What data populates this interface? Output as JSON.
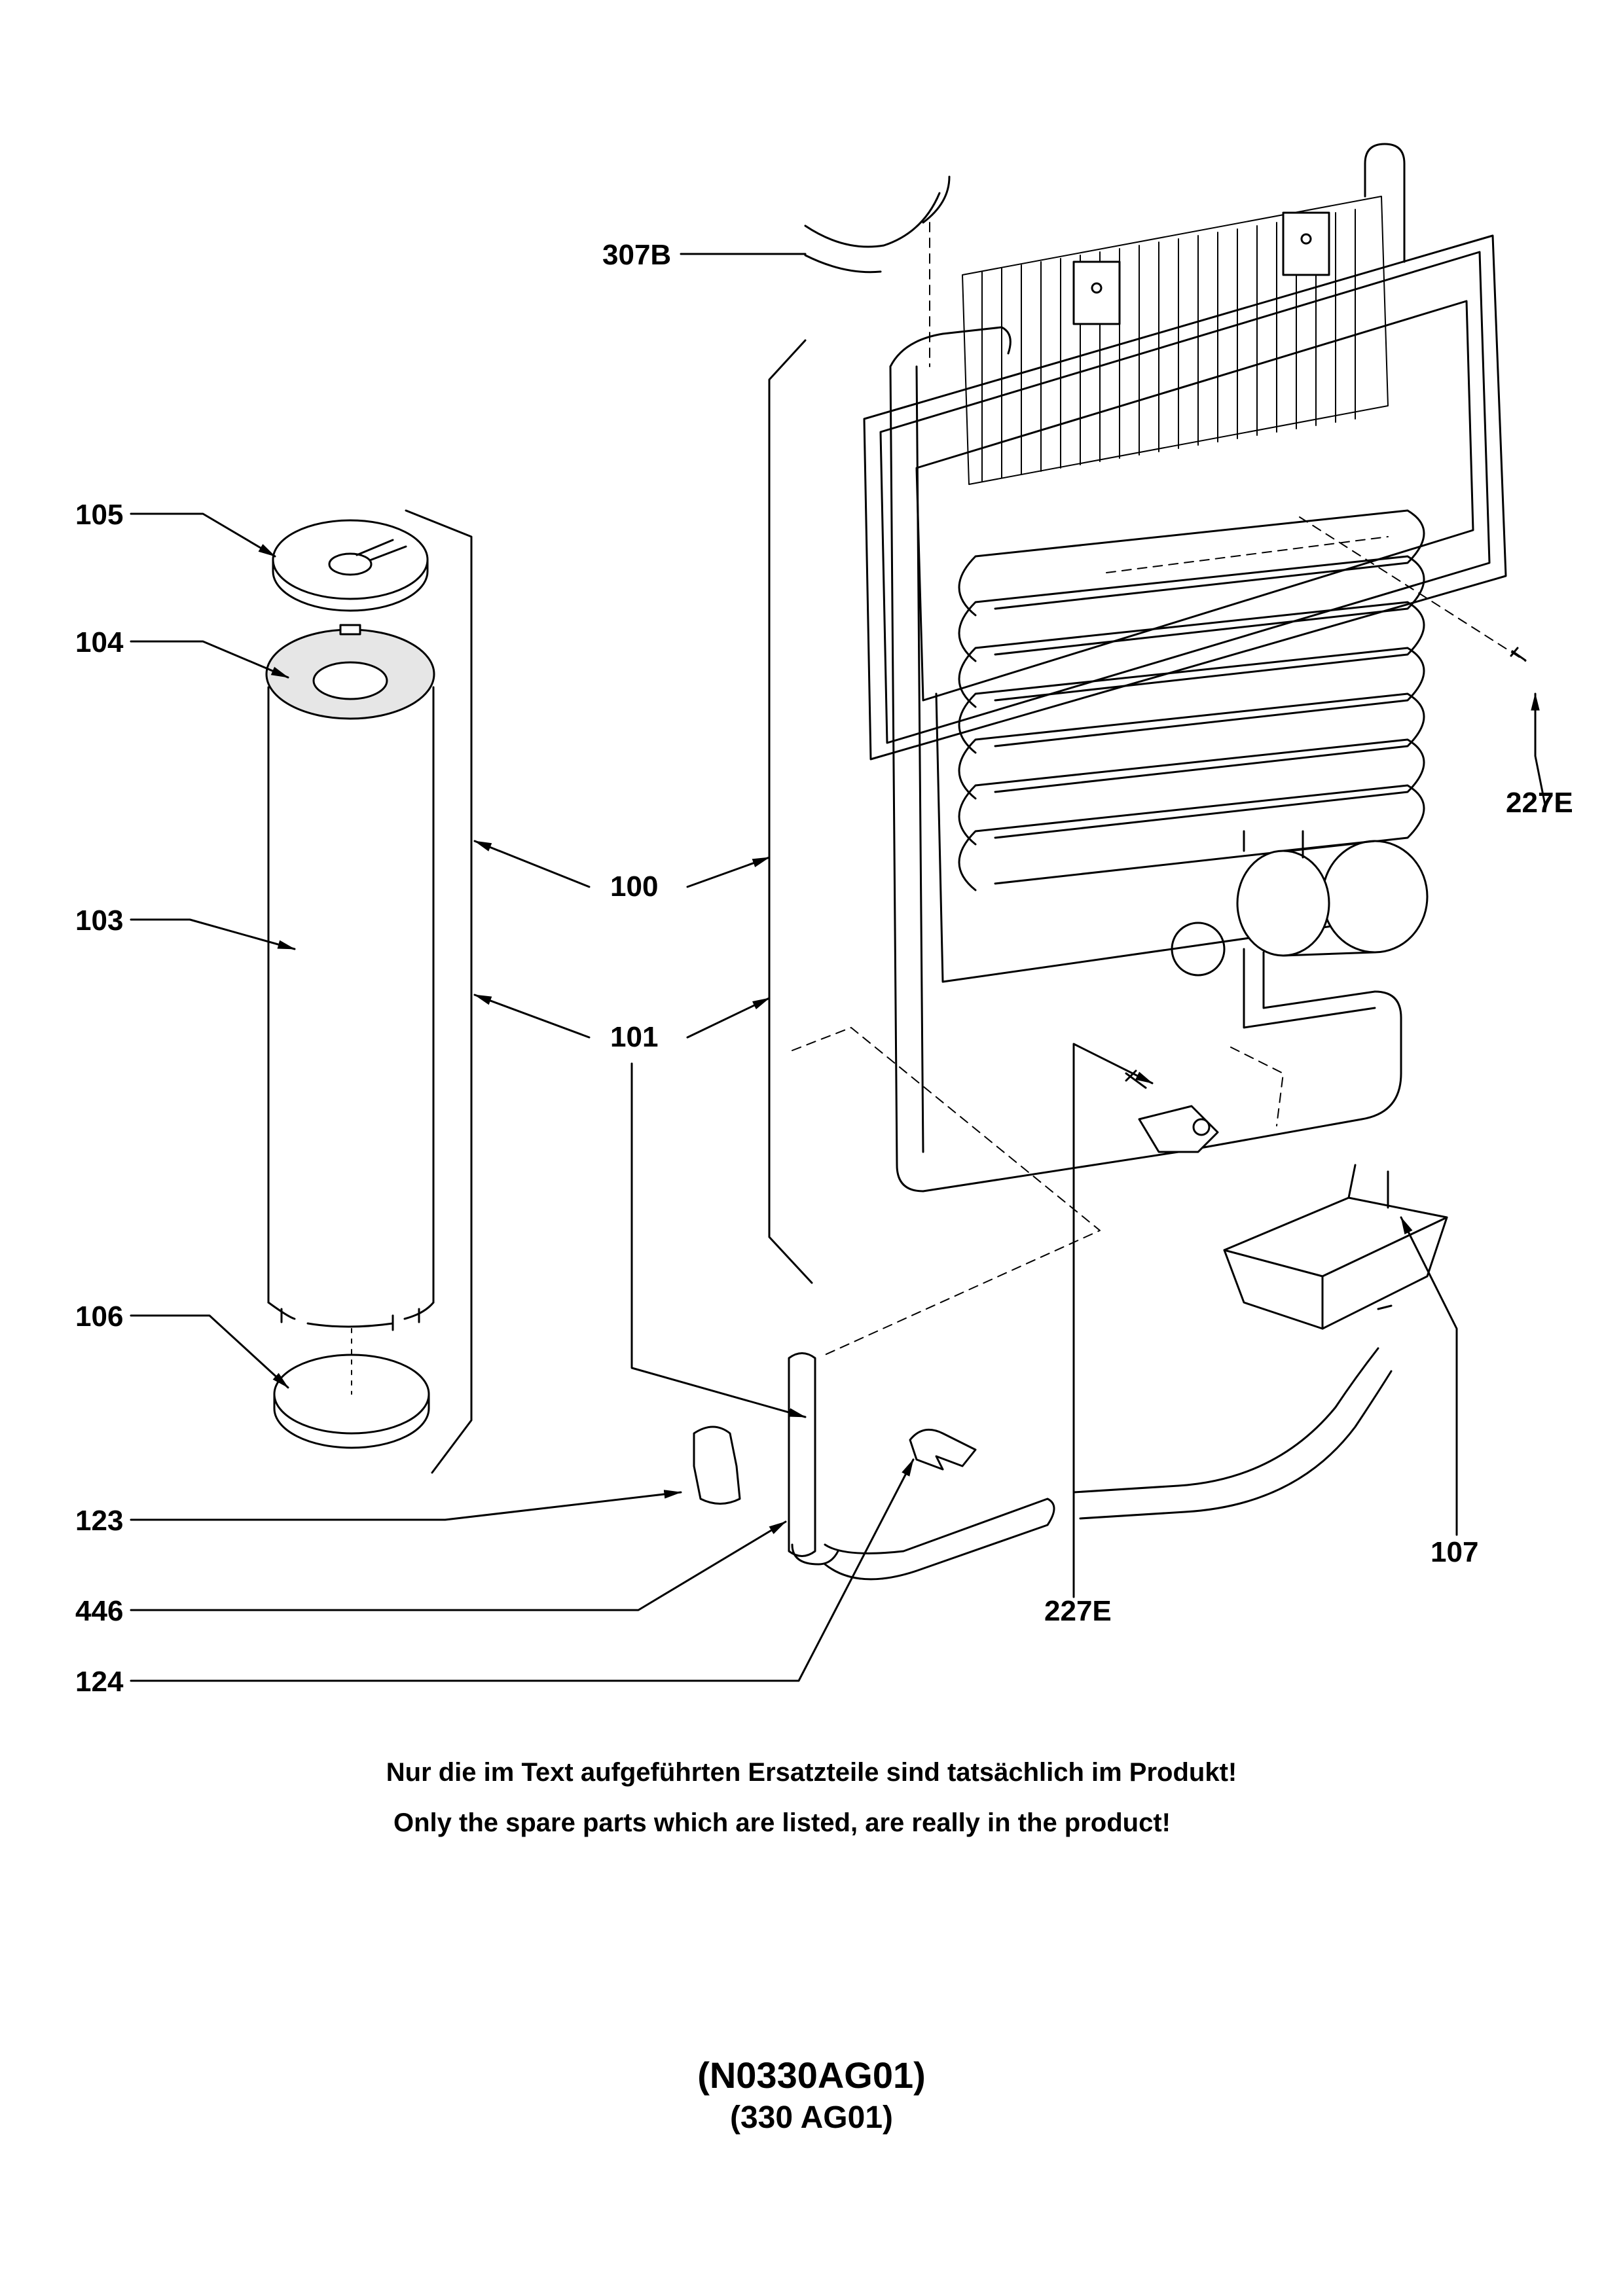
{
  "callouts": {
    "c307B": "307B",
    "c105": "105",
    "c104": "104",
    "c103": "103",
    "c100": "100",
    "c101": "101",
    "c106": "106",
    "c123": "123",
    "c446": "446",
    "c124": "124",
    "c227E_top": "227E",
    "c227E_bottom": "227E",
    "c107": "107"
  },
  "notes": {
    "german": "Nur die im Text aufgeführten Ersatzteile sind tatsächlich im Produkt!",
    "english": "Only the spare parts which are listed, are really in the product!"
  },
  "drawing_ref": {
    "primary": "(N0330AG01)",
    "secondary": "(330 AG01)"
  },
  "icons": [
    "cooling-unit-icon",
    "insulation-tube-icon",
    "burner-housing-icon",
    "drip-tray-icon",
    "gas-hose-icon",
    "clamp-icon",
    "screw-icon"
  ]
}
